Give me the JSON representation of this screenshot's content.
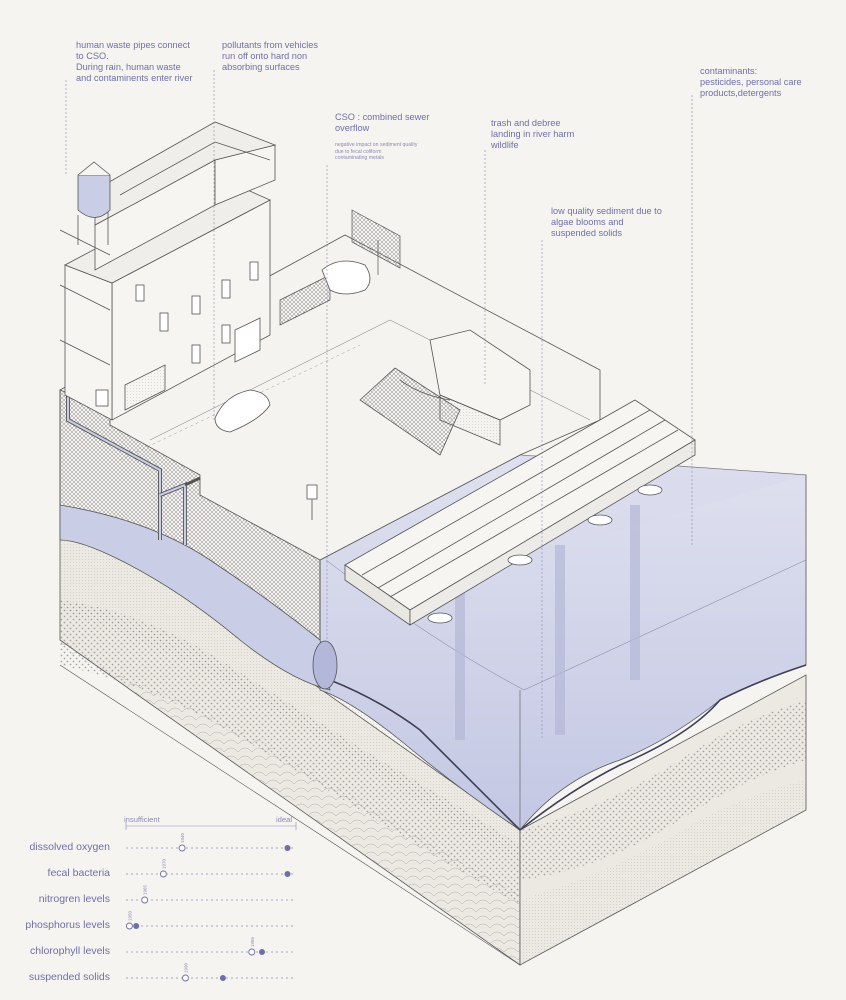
{
  "annotations": {
    "pipes": "human waste pipes connect\nto CSO.\nDuring rain, human waste\nand contaminents enter river",
    "vehicles": "pollutants from vehicles\nrun off onto hard non\nabsorbing surfaces",
    "cso_title": "CSO : combined sewer\noverflow",
    "cso_note": "negative impact on sediment quality\ndue to fecal coliform\ncontaminating metals",
    "trash": "trash and debree\nlanding in river harm\nwildlife",
    "sediment": "low quality sediment due to\nalgae blooms and\nsuspended solids",
    "contaminants": "contaminants:\npesticides, personal care\nproducts,detergents"
  },
  "legend": {
    "insufficient": "insufficient",
    "ideal": "ideal",
    "rows": [
      {
        "label": "dissolved oxygen",
        "year": "1940",
        "hist": 0.33,
        "now": 0.95
      },
      {
        "label": "fecal bacteria",
        "year": "1970",
        "hist": 0.22,
        "now": 0.95
      },
      {
        "label": "nitrogren levels",
        "year": "1965",
        "hist": 0.11,
        "now": null
      },
      {
        "label": "phosphorus levels",
        "year": "1950",
        "hist": 0.02,
        "now": 0.06
      },
      {
        "label": "chlorophyll levels",
        "year": "1955",
        "hist": 0.74,
        "now": 0.8
      },
      {
        "label": "suspended solids",
        "year": "1990",
        "hist": 0.35,
        "now": 0.57
      }
    ]
  },
  "colors": {
    "water": "#c9cde6",
    "water_dark": "#b3b7da",
    "line": "#4a4a4a",
    "accent": "#6f6fa8",
    "ground": "#f1efe9"
  }
}
